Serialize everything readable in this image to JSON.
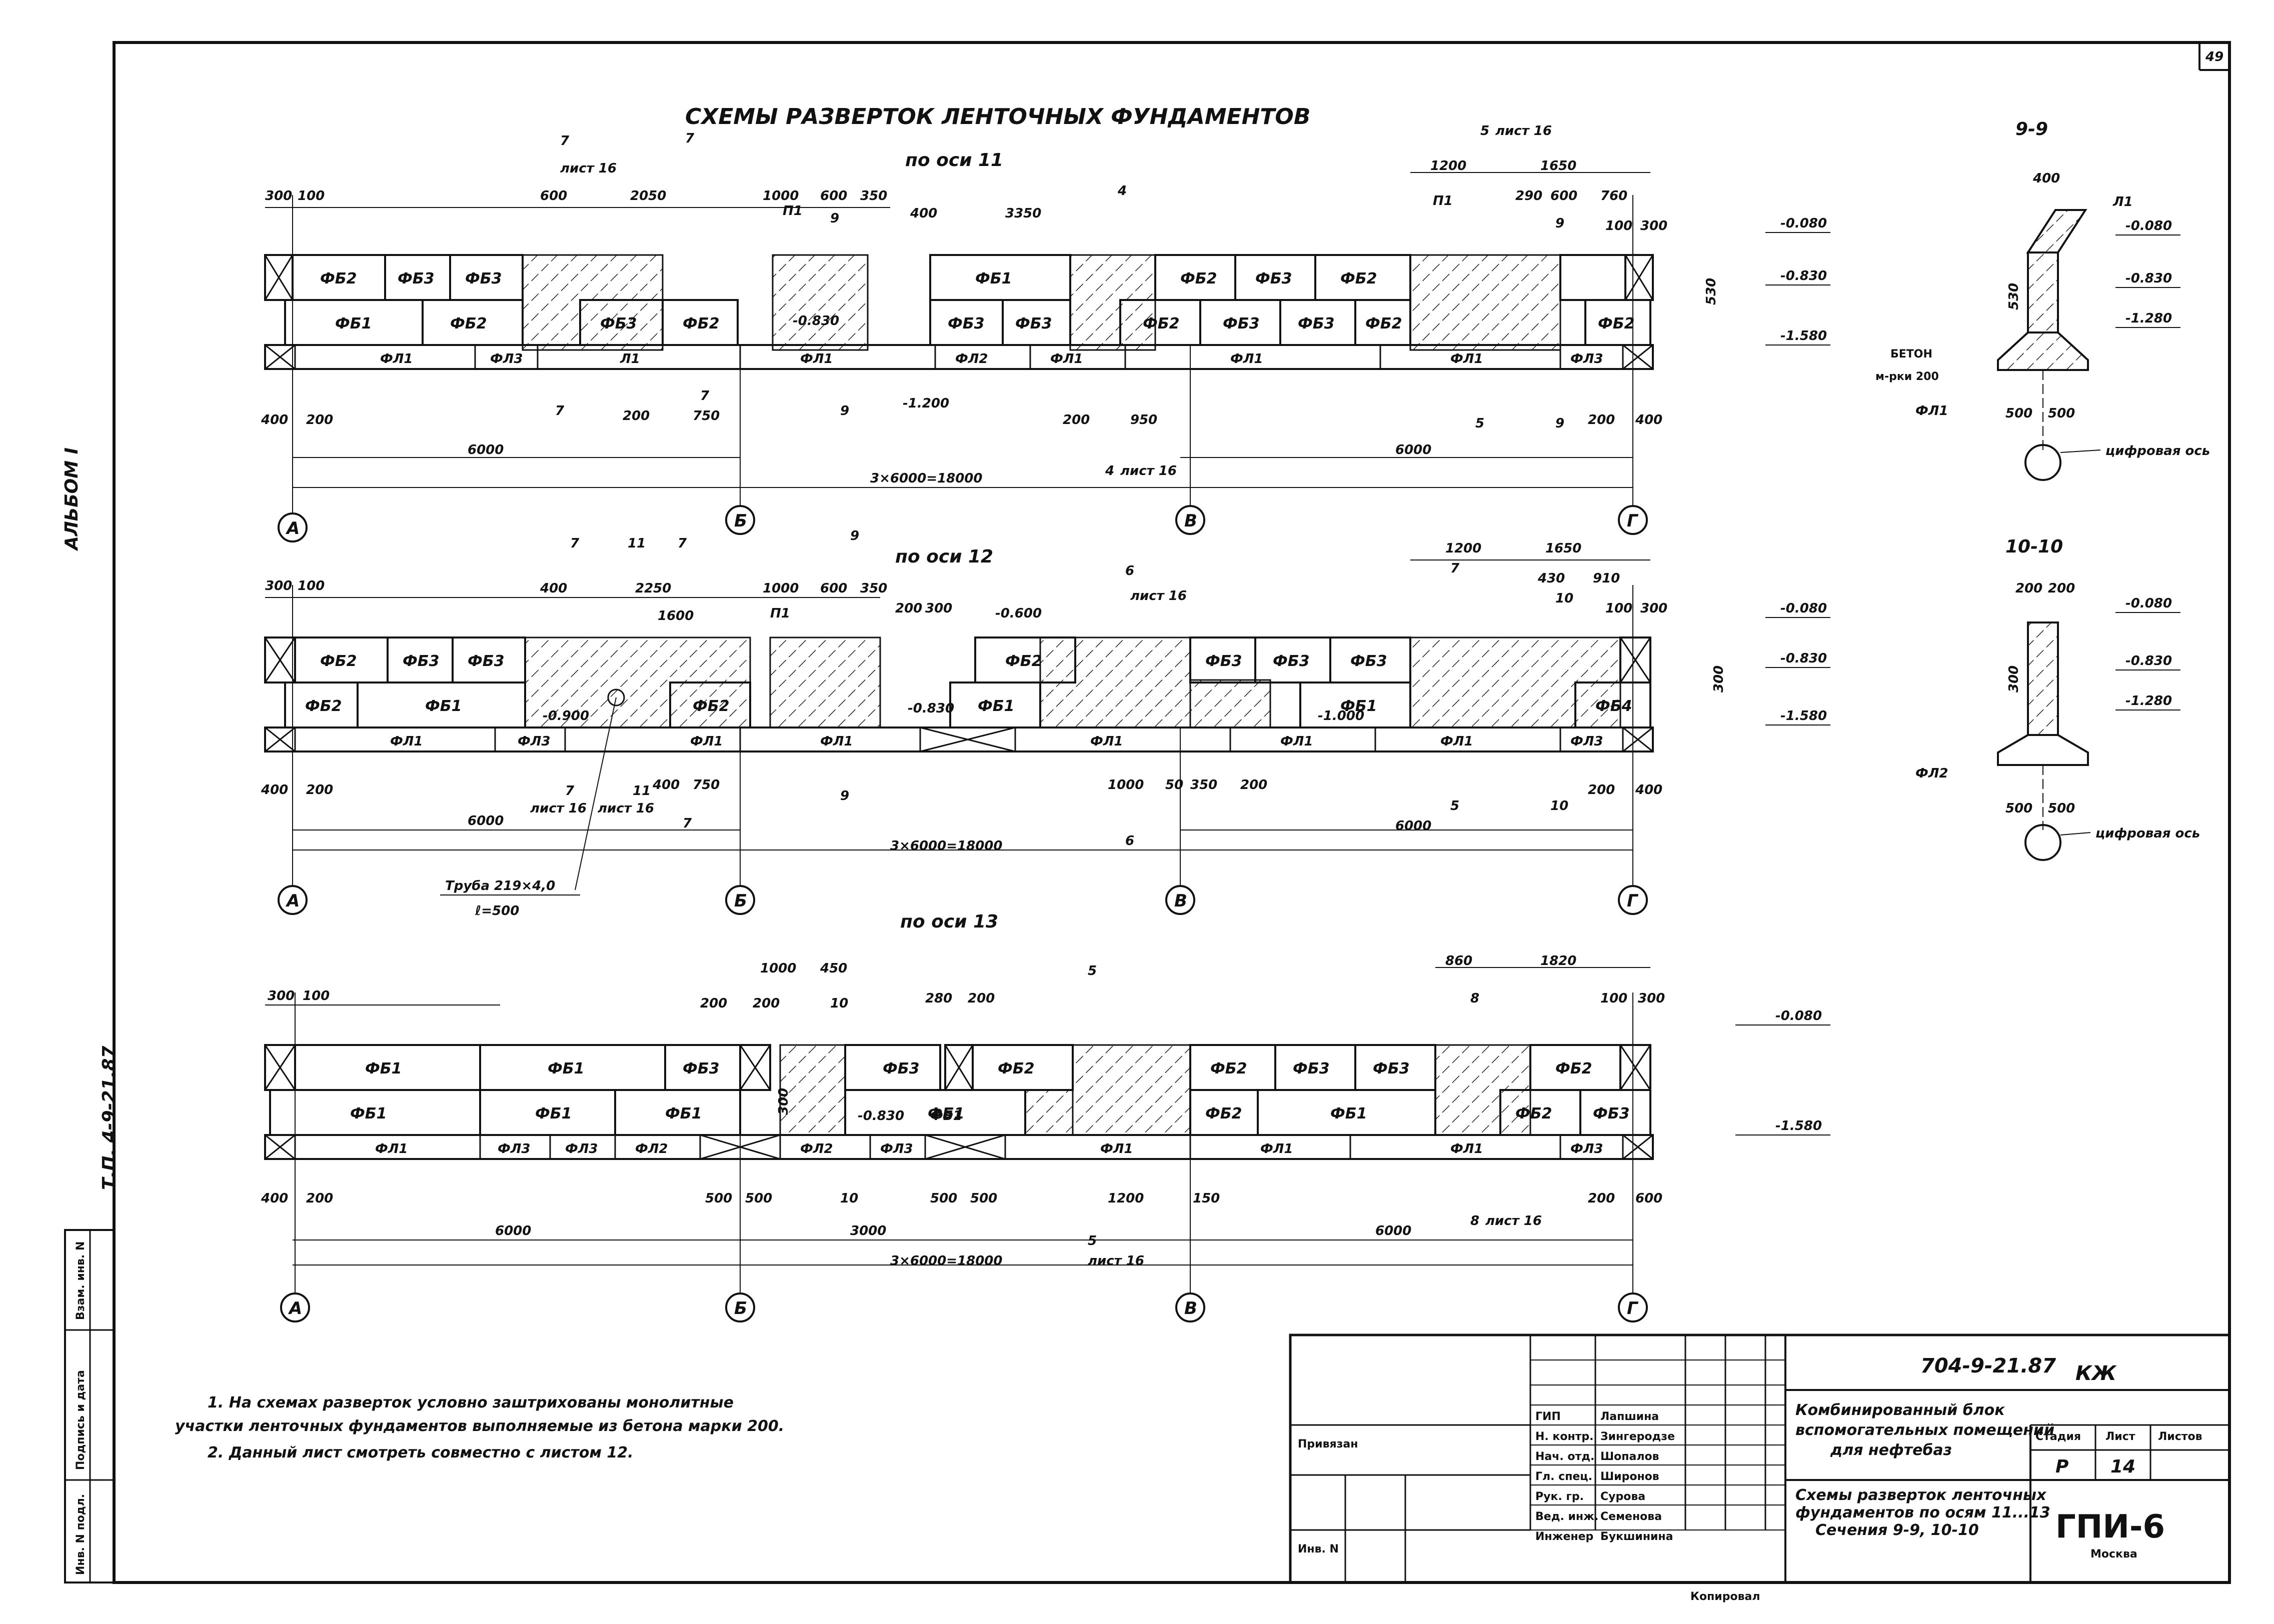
{
  "sheet_number": "49",
  "side_labels": {
    "album": "АЛЬБОМ I",
    "project": "Т.П. 4-9-21.87",
    "stamp": [
      "Инв. N подл.",
      "Подпись и дата",
      "Взам. инв. N"
    ]
  },
  "title": "СХЕМЫ РАЗВЕРТОК ЛЕНТОЧНЫХ ФУНДАМЕНТОВ",
  "elevations": {
    "e1": "-0.080",
    "e2": "-0.830",
    "e3": "-1.580",
    "e4": "-1.280",
    "e5": "-0.900",
    "e6": "-1.200",
    "e7": "-0.600",
    "e8": "-1.000"
  },
  "axes": [
    "А",
    "Б",
    "В",
    "Г"
  ],
  "block_labels": {
    "fb1": "ФБ1",
    "fb2": "ФБ2",
    "fb3": "ФБ3",
    "fb4": "ФБ4",
    "fl1": "ФЛ1",
    "fl2": "ФЛ2",
    "fl3": "ФЛ3",
    "p1": "П1",
    "l1": "Л1"
  },
  "common_dims": {
    "d6000": "6000",
    "d18000": "3×6000=18000",
    "d3000": "3000",
    "d300": "300",
    "d100": "100",
    "d400": "400",
    "d200": "200",
    "d530": "530"
  },
  "section11": {
    "heading": "по оси 11",
    "top_dims": [
      "300",
      "100",
      "600",
      "2050",
      "1000",
      "600",
      "350",
      "400",
      "3350",
      "1200",
      "1650",
      "290",
      "600",
      "760",
      "100",
      "300"
    ],
    "bottom_dims": [
      "400",
      "200",
      "200",
      "750",
      "200",
      "950",
      "200",
      "400"
    ],
    "cuts": [
      "7",
      "лист 16",
      "7",
      "9",
      "4",
      "5",
      "лист 16",
      "9",
      "7",
      "7",
      "9",
      "4",
      "лист 16",
      "5",
      "9"
    ]
  },
  "section12": {
    "heading": "по оси 12",
    "top_dims": [
      "300",
      "100",
      "400",
      "2250",
      "1600",
      "1000",
      "600",
      "350",
      "200",
      "300",
      "1200",
      "1650",
      "430",
      "910",
      "100",
      "300"
    ],
    "bottom_dims": [
      "400",
      "200",
      "400",
      "750",
      "1000",
      "50",
      "350",
      "200",
      "200",
      "400"
    ],
    "cuts": [
      "7",
      "11",
      "7",
      "9",
      "6",
      "лист 16",
      "7",
      "10",
      "7",
      "лист 16",
      "11",
      "лист 16",
      "7",
      "9",
      "6",
      "5",
      "10"
    ],
    "pipe_label": "Труба 219×4,0",
    "pipe_len": "ℓ=500"
  },
  "section13": {
    "heading": "по оси 13",
    "top_dims": [
      "300",
      "100",
      "1000",
      "450",
      "200",
      "200",
      "280",
      "200",
      "860",
      "1820",
      "100",
      "300"
    ],
    "bottom_dims": [
      "400",
      "200",
      "500",
      "500",
      "500",
      "500",
      "1200",
      "150",
      "200",
      "600"
    ],
    "cuts": [
      "10",
      "5",
      "8",
      "10",
      "5",
      "лист 16",
      "8",
      "лист 16"
    ]
  },
  "sec99": {
    "heading": "9-9",
    "dims": [
      "400",
      "530",
      "500",
      "500"
    ],
    "concrete": [
      "БЕТОН",
      "м-рки 200"
    ],
    "label": "цифровая ось"
  },
  "sec1010": {
    "heading": "10-10",
    "dims": [
      "200",
      "200",
      "300",
      "500",
      "500"
    ],
    "label": "цифровая ось"
  },
  "notes": [
    "1.  На схемах разверток условно заштрихованы монолитные",
    "участки ленточных фундаментов выполняемые из бетона марки 200.",
    "2.  Данный лист смотреть совместно с листом 12."
  ],
  "title_block": {
    "doc_code": "704-9-21.87",
    "mark": "КЖ",
    "agreed": "Привязан",
    "inv": "Инв. N",
    "roles": [
      "ГИП",
      "Н. контр.",
      "Нач. отд.",
      "Гл. спец.",
      "Рук. гр.",
      "Вед. инж.",
      "Инженер"
    ],
    "names": [
      "Лапшина",
      "Зингеродзе",
      "Шопалов",
      "Широнов",
      "Сурова",
      "Семенова",
      "Букшинина"
    ],
    "object": [
      "Комбинированный блок",
      "вспомогательных помещений",
      "для нефтебаз"
    ],
    "sheet_title": [
      "Схемы разверток ленточных",
      "фундаментов по осям 11...13",
      "Сечения 9-9, 10-10"
    ],
    "h_stage": "Стадия",
    "h_sheet": "Лист",
    "h_sheets": "Листов",
    "stage": "Р",
    "sheet": "14",
    "org": "ГПИ-6",
    "city": "Москва",
    "copied": "Копировал"
  }
}
